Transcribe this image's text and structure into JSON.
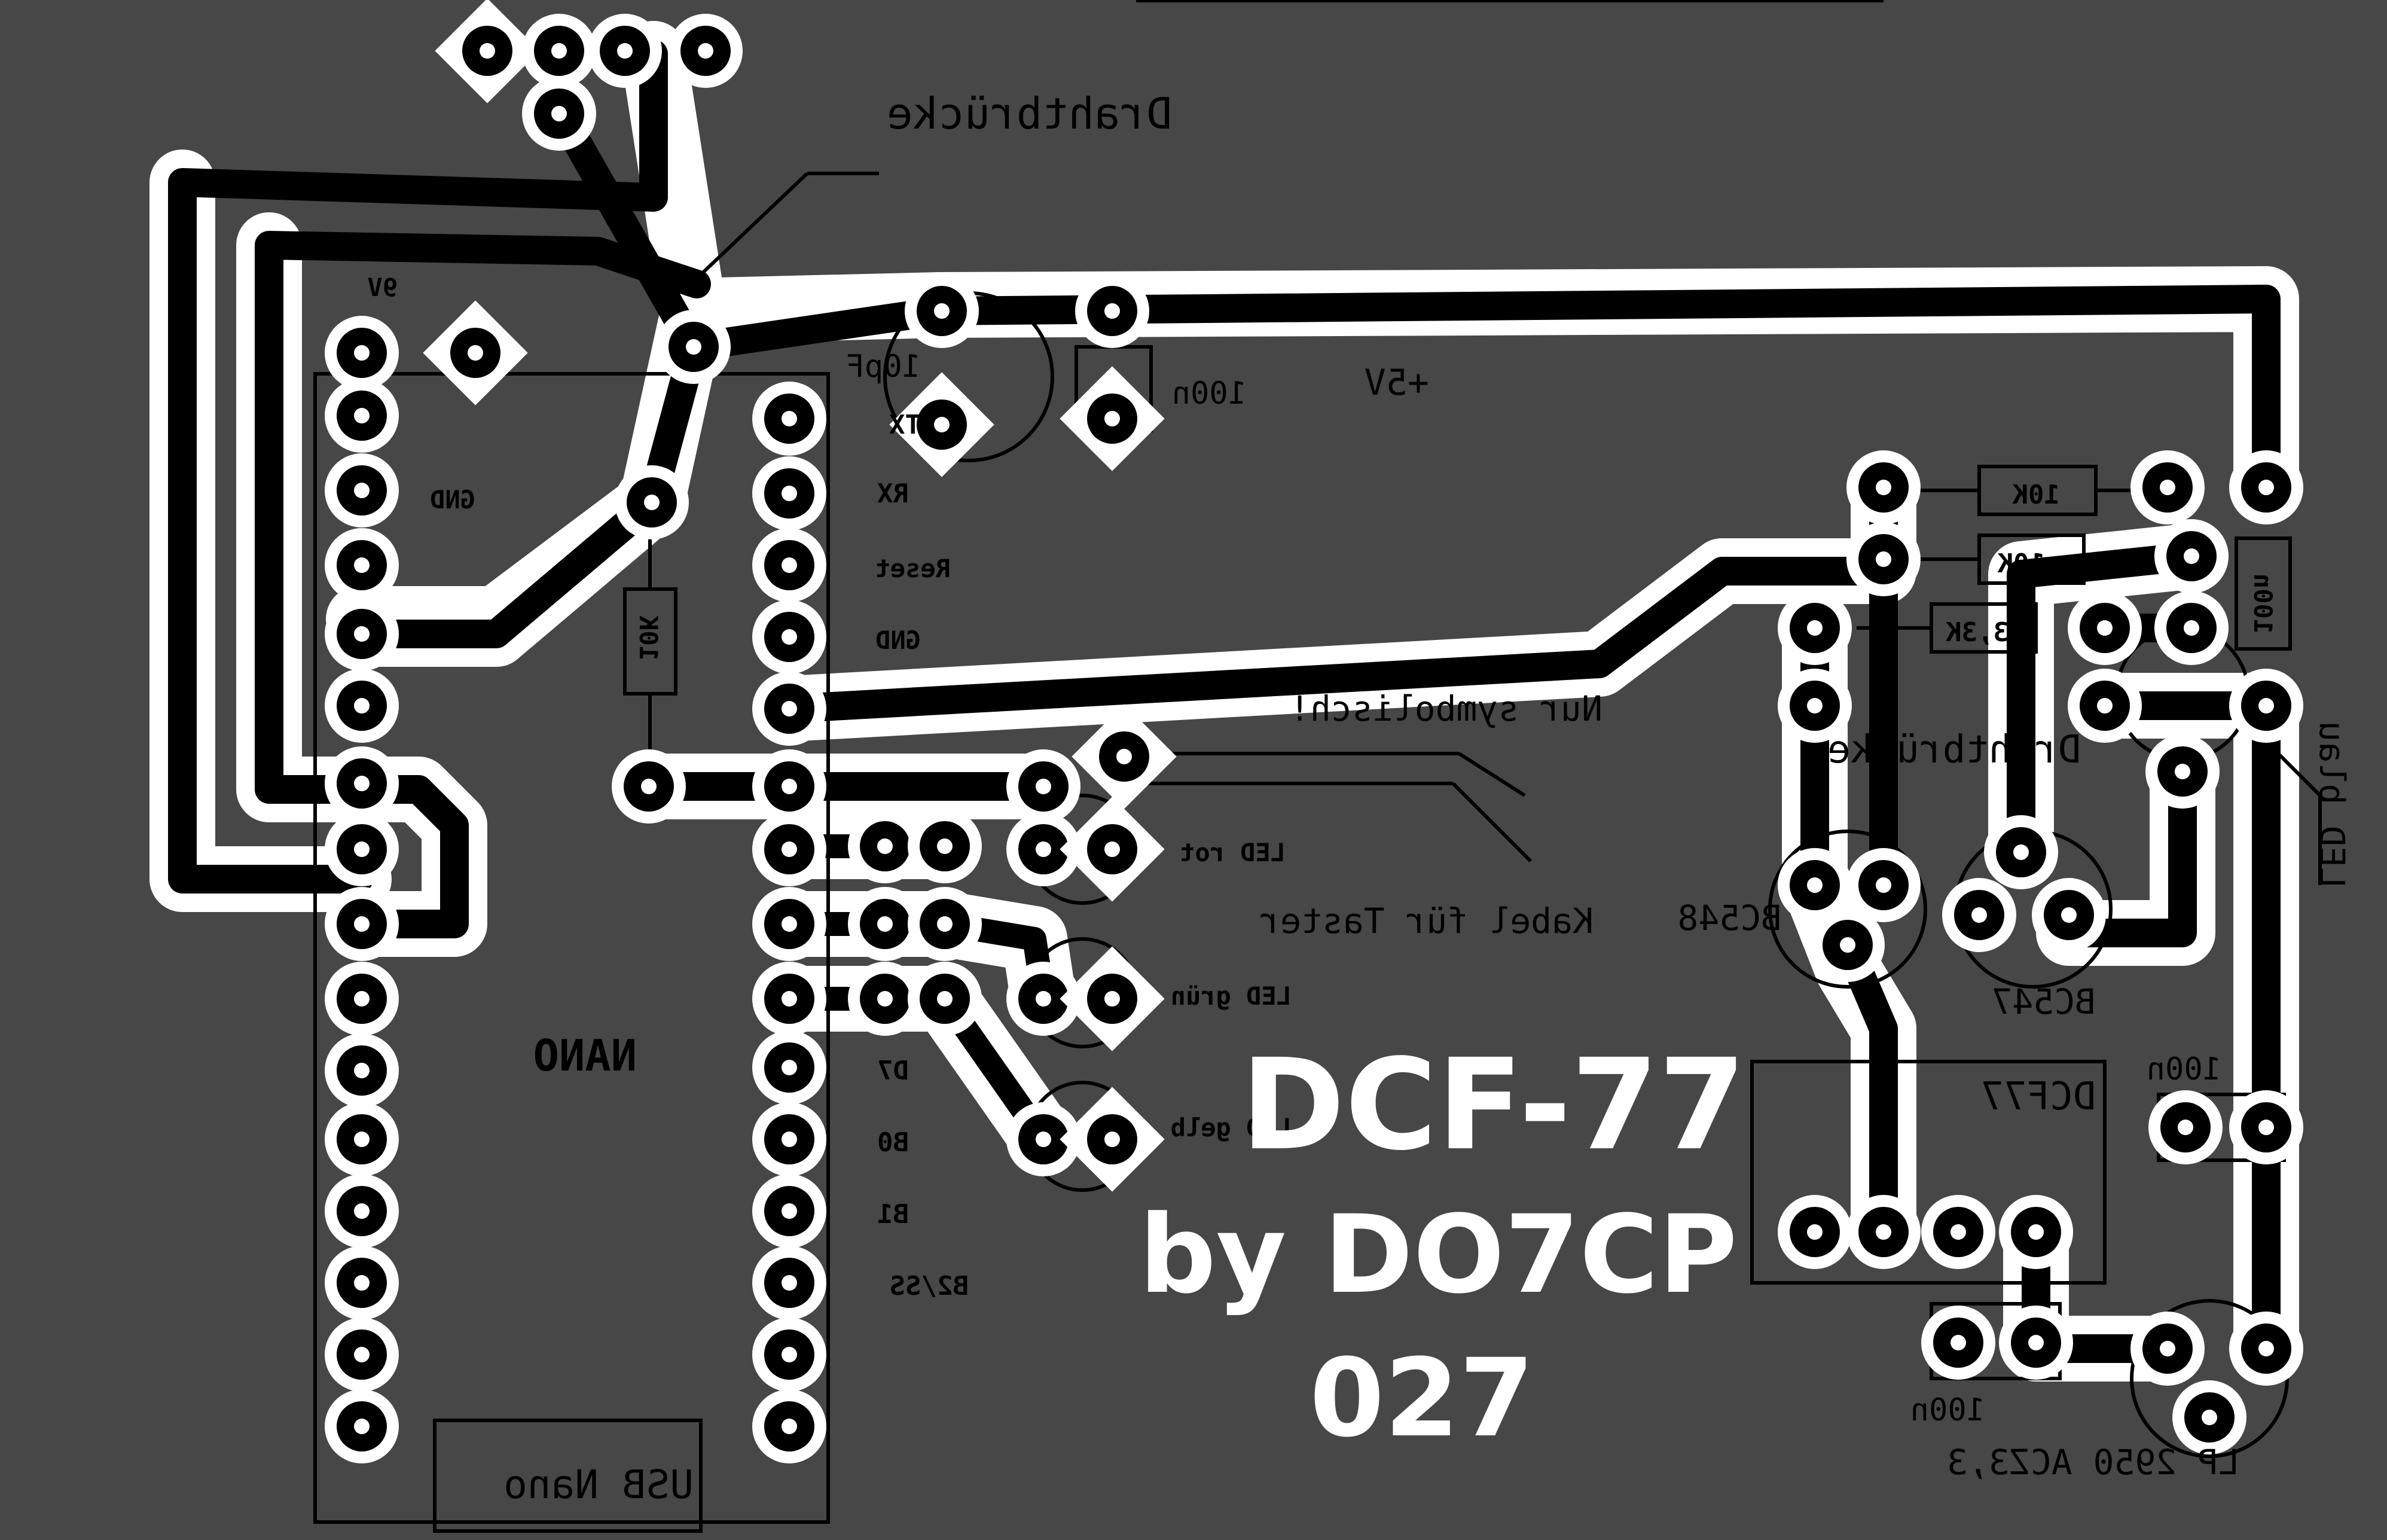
{
  "board": {
    "title": "DCF-77",
    "author": "by DO7CP",
    "number": "027",
    "colors": {
      "background": "#474747",
      "copper": "#000000",
      "clearance": "#ffffff",
      "silk": "#000000",
      "title": "#ffffff"
    }
  },
  "labels": {
    "drahtbruecke_top": "Drahtbrücke",
    "drahtbruecke_right": "Drahtbrücke",
    "nur_symbolisch": "Nur symbolisch!",
    "kabel_taster": "Kabel für Taster",
    "led_rot": "LED rot",
    "led_gruen": "LED grün",
    "led_gelb": "LED gelb",
    "led_blau": "LED blau",
    "plus5v": "+5V",
    "gnd_left": "GND",
    "gnd_mid": "GND",
    "rx": "RX",
    "tx": "TX",
    "reset": "Reset",
    "d7": "D7",
    "b0": "B0",
    "b1": "B1",
    "b2ss": "B2/SS",
    "nano": "NANO",
    "usb_nano": "USB Nano",
    "nine_v": "9V",
    "r10k_vert": "10K",
    "r10k_a": "10K",
    "r10k_b": "10K",
    "r3_3k": "3,3K",
    "c10pf": "10pF",
    "c100n_top": "100n",
    "c100n_right": "100n",
    "c100n_bottom": "100n",
    "c100n_vert": "100n",
    "bc548": "BC548",
    "bc547": "BC547",
    "dcf77_module": "DCF77",
    "regulator": "LP 2950 ACZ3,3"
  }
}
